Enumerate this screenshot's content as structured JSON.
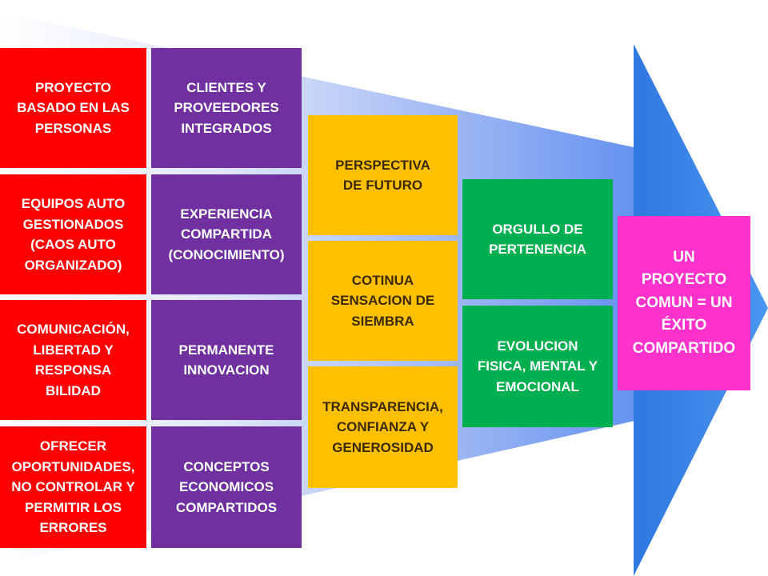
{
  "colors": {
    "red": "#ff0000",
    "purple": "#7030a0",
    "yellow": "#ffc000",
    "green": "#00b050",
    "pink": "#ff33cc",
    "arrow_blue": "#3d85e6"
  },
  "columns": {
    "red": [
      "PROYECTO\nBASADO EN LAS\nPERSONAS",
      "EQUIPOS AUTO\nGESTIONADOS\n(CAOS AUTO\nORGANIZADO)",
      "COMUNICACIÓN,\nLIBERTAD Y\nRESPONSA\nBILIDAD",
      "OFRECER\nOPORTUNIDADES,\nNO CONTROLAR Y\nPERMITIR LOS\nERRORES"
    ],
    "purple": [
      "CLIENTES Y\nPROVEEDORES\nINTEGRADOS",
      "EXPERIENCIA\nCOMPARTIDA\n(CONOCIMIENTO)",
      "PERMANENTE\nINNOVACION",
      "CONCEPTOS\nECONOMICOS\nCOMPARTIDOS"
    ],
    "yellow": [
      "PERSPECTIVA\nDE FUTURO",
      "COTINUA\nSENSACION DE\nSIEMBRA",
      "TRANSPARENCIA,\nCONFIANZA Y\nGENEROSIDAD"
    ],
    "green": [
      "ORGULLO DE\nPERTENENCIA",
      "EVOLUCION\nFISICA, MENTAL Y\nEMOCIONAL"
    ]
  },
  "result": "UN\nPROYECTO\nCOMUN = UN\nÉXITO\nCOMPARTIDO"
}
